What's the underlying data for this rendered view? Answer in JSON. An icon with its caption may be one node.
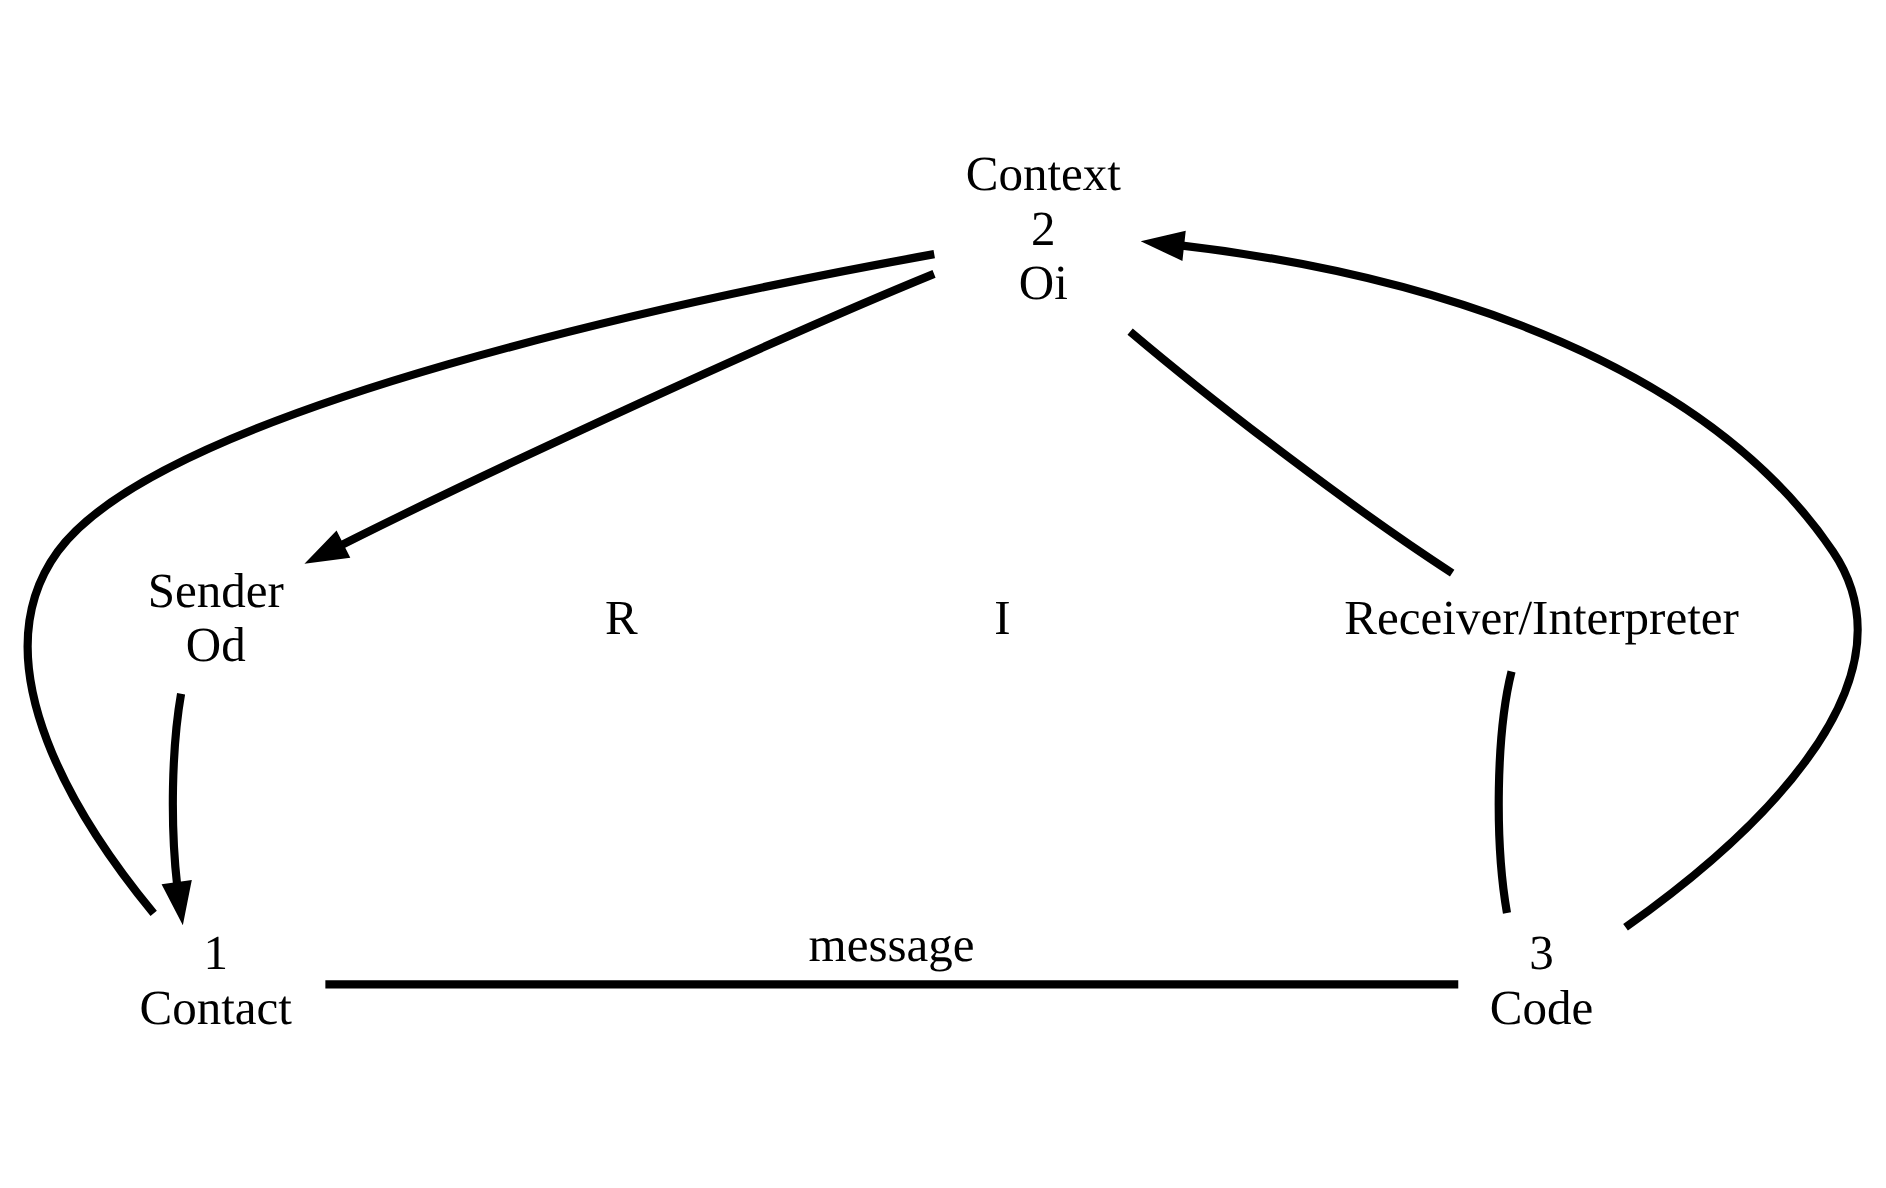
{
  "diagram": {
    "nodes": [
      {
        "text": [
          "Context",
          "2"
        ],
        "beside": [
          "Oi"
        ]
      },
      {
        "text": [
          "Sender",
          "Od"
        ]
      },
      {
        "text": [
          "Receiver/Interpreter"
        ]
      },
      {
        "text": [
          "1",
          "Contact"
        ]
      },
      {
        "text": [
          "3",
          "Code"
        ]
      }
    ],
    "edges": [
      {
        "from": 0,
        "to": 1,
        "arrow": "to"
      },
      {
        "from": 1,
        "to": 3,
        "arrow": "to"
      },
      {
        "from": 3,
        "to": 0,
        "arrow": "none"
      },
      {
        "from": 4,
        "to": 0,
        "arrow": "to"
      },
      {
        "from": 0,
        "to": 2,
        "arrow": "none"
      },
      {
        "from": 2,
        "to": 4,
        "arrow": "none"
      },
      {
        "from": 3,
        "to": 4,
        "arrow": "none",
        "label": "message"
      }
    ],
    "labels": [
      "R",
      "I"
    ]
  }
}
